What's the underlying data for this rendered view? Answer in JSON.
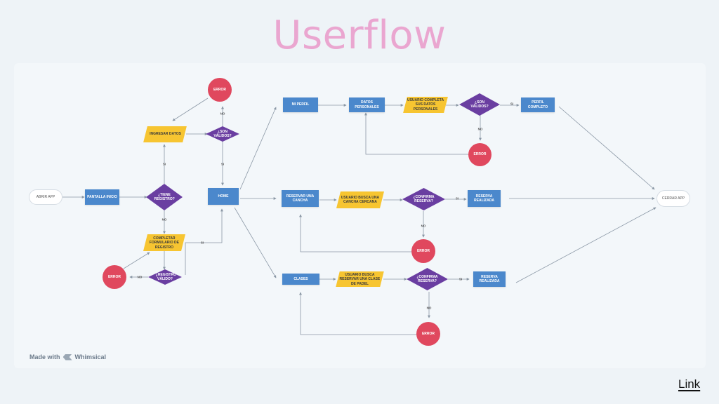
{
  "title": "Userflow",
  "footer": {
    "made_with": "Made with",
    "tool": "Whimsical"
  },
  "brand": "Link",
  "nodes": {
    "abrir_app": "ABRIR APP",
    "pantalla_inicio": "PANTALLA INICIO",
    "tiene_registro": "¿TIENE REGISTRO?",
    "ingresar_datos": "INGRESAR DATOS",
    "son_validos": "¿SON VÁLIDOS?",
    "error_top": "ERROR",
    "completar_formulario": "COMPLETAR FORMULARIO DE REGISTRO",
    "registro_valido": "¿REGISTRO VÁLIDO?",
    "error_left": "ERROR",
    "home": "HOME",
    "mi_perfil": "MI PERFIL",
    "datos_personales": "DATOS PERSONALES",
    "usuario_completa": "USUARIO COMPLETA SUS DATOS PERSONALES",
    "son_validos_2": "¿SON VÁLIDOS?",
    "perfil_completo": "PERFIL COMPLETO",
    "error_perfil": "ERROR",
    "reservar_cancha": "RESERVAR UNA CANCHA",
    "usuario_busca_cancha": "USUARIO BUSCA UNA CANCHA CERCANA",
    "hay_reserva": "¿CONFIRMA RESERVA?",
    "reserva_realizada_1": "RESERVA REALIZADA",
    "error_cancha": "ERROR",
    "clases": "CLASES",
    "usuario_busca_clase": "USUARIO BUSCA RESERVAR UNA CLASE DE PADEL",
    "confirma_reserva": "¿CONFIRMA RESERVA?",
    "reserva_realizada_2": "RESERVA REALIZADA",
    "error_clases": "ERROR",
    "cerrar_app": "CERRAR APP"
  },
  "edge_labels": {
    "no_top": "NO",
    "si_left": "SI",
    "si_mid": "SI",
    "no_reg": "NO",
    "si_reg": "SI",
    "no_err_left": "NO",
    "si_perfil": "SI",
    "no_perfil": "NO",
    "si_cancha": "SI",
    "no_cancha": "NO",
    "si_clases": "SI",
    "no_clases": "NO"
  },
  "colors": {
    "process": "#4b88cc",
    "input": "#f7c531",
    "decision": "#6a3ea1",
    "error": "#e0485e",
    "title": "#eaa6d0"
  }
}
